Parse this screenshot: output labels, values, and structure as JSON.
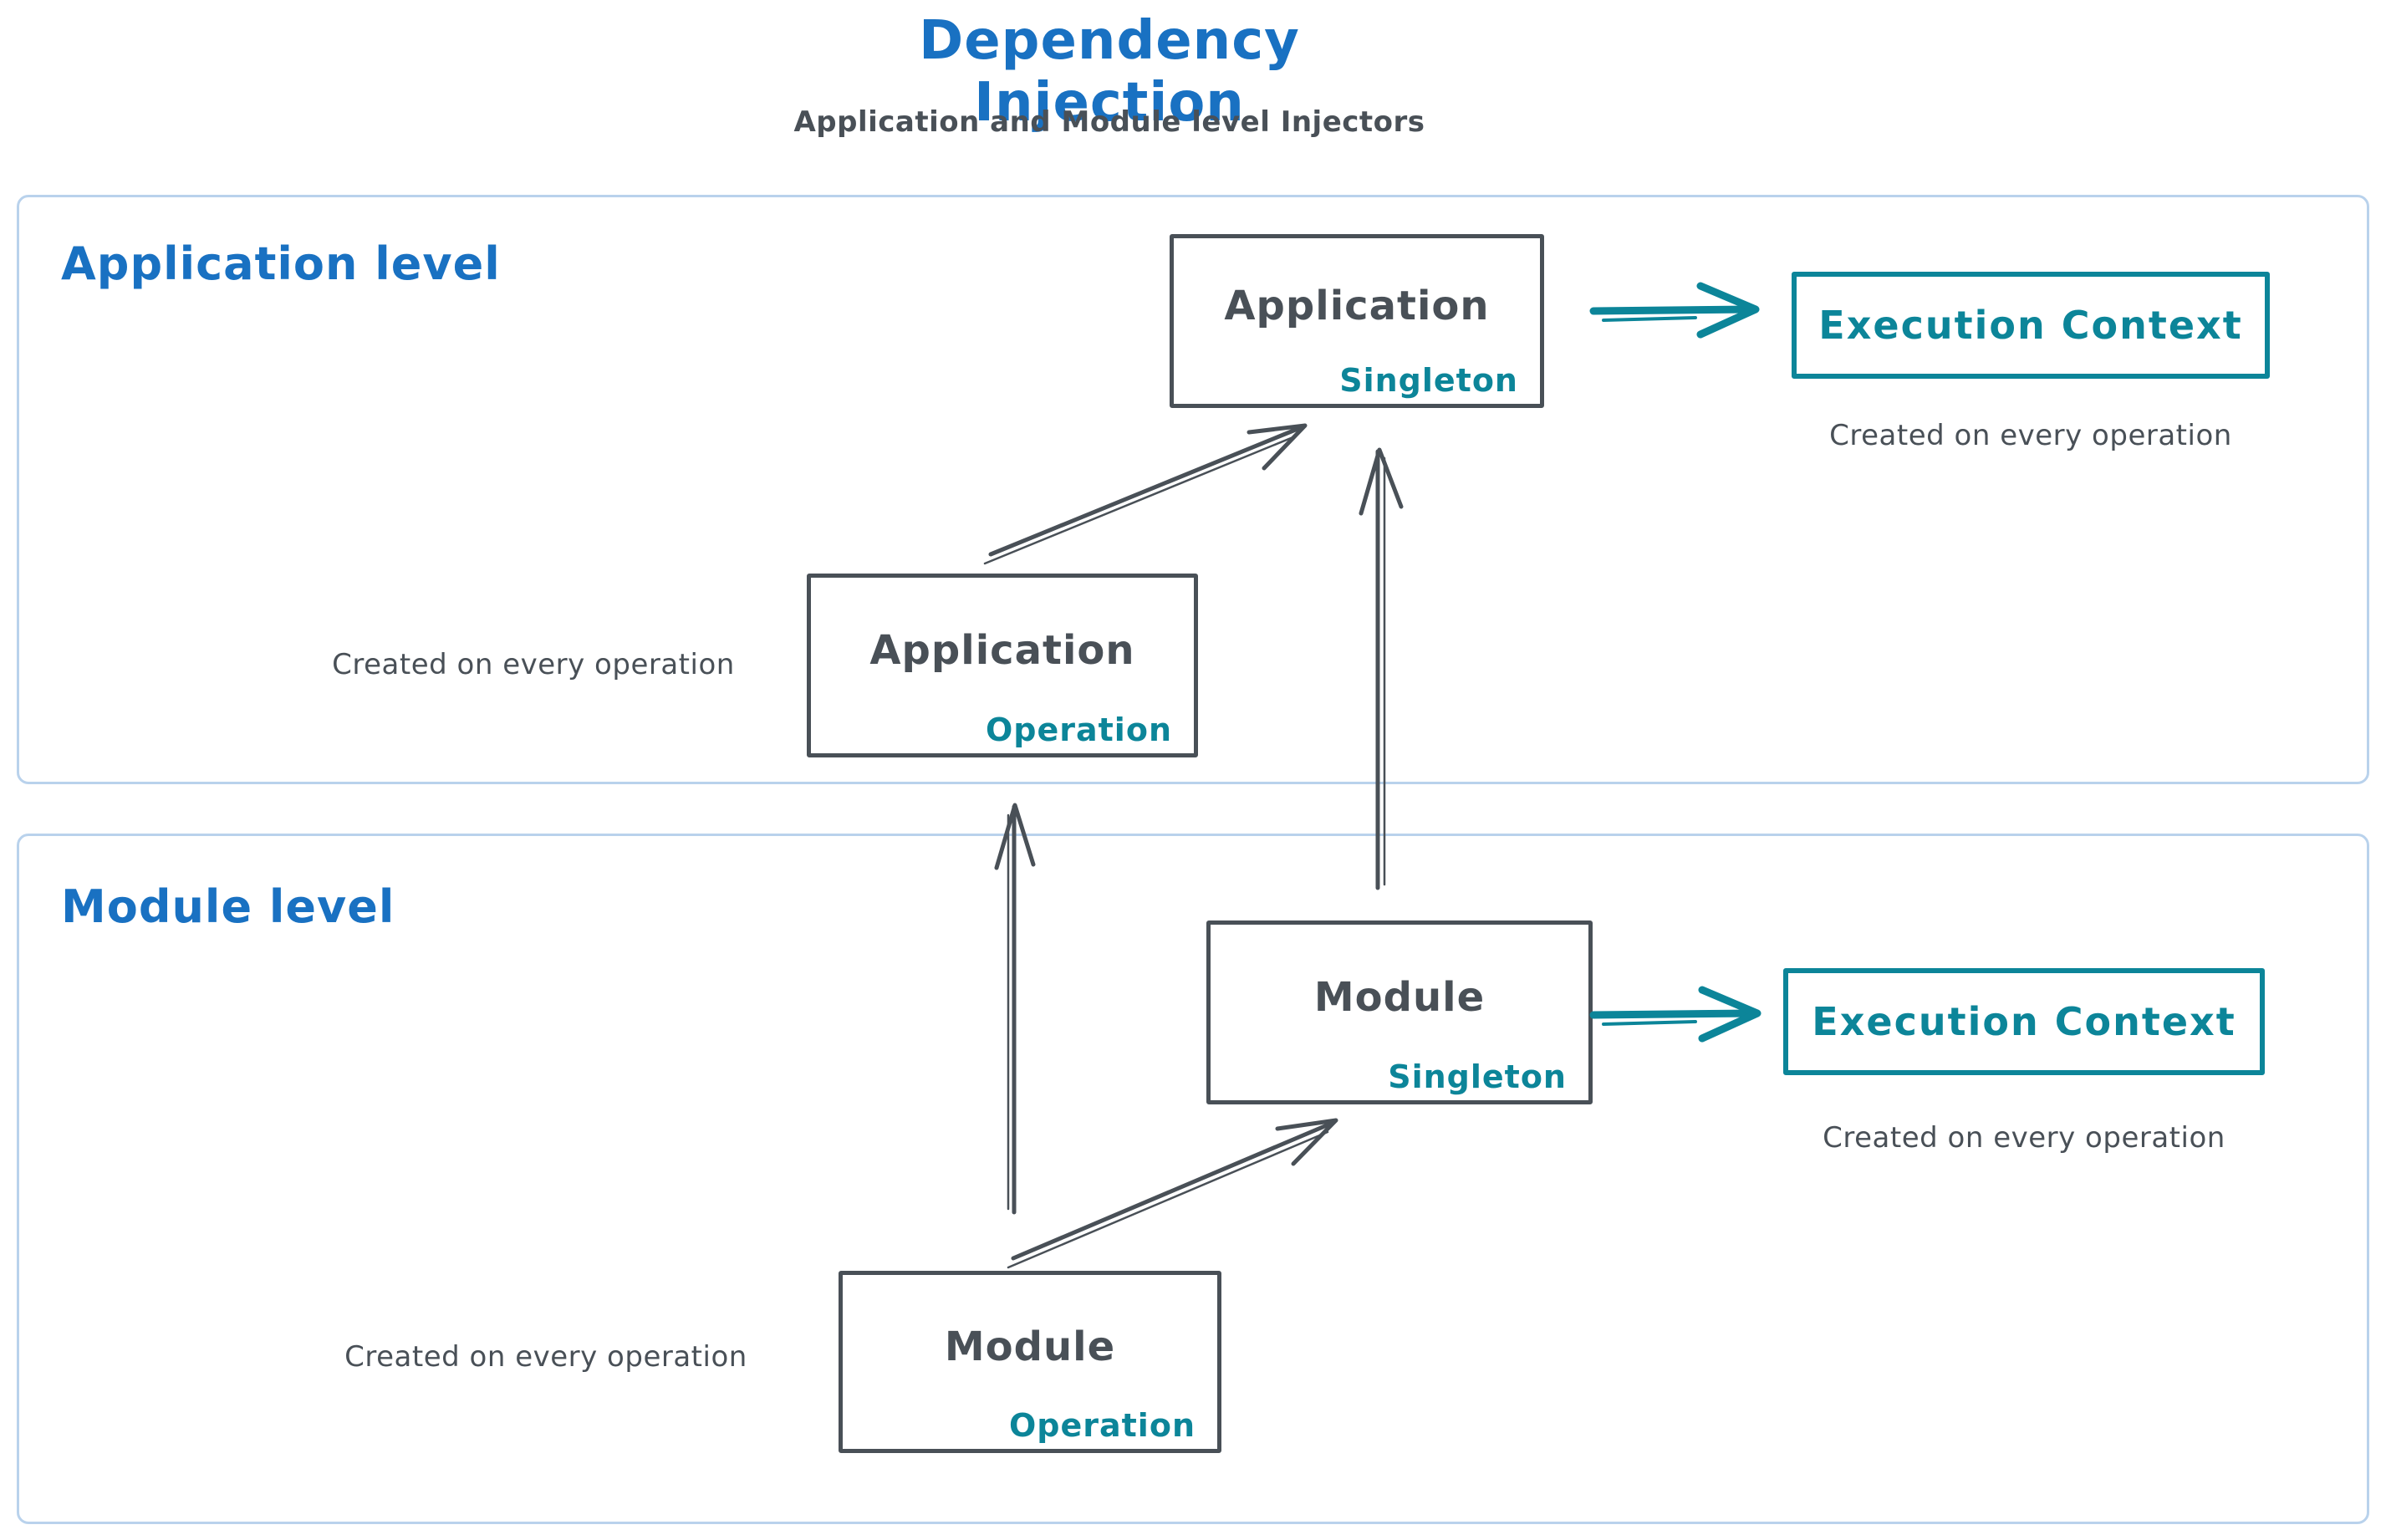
{
  "title": "Dependency Injection",
  "subtitle": "Application and Module level Injectors",
  "colors": {
    "blue": "#1971c2",
    "teal": "#0c8599",
    "dark": "#495057",
    "frame": "#b9d2ec"
  },
  "application_level": {
    "label": "Application level",
    "singleton_box": {
      "name": "Application",
      "scope": "Singleton"
    },
    "operation_box": {
      "name": "Application",
      "scope": "Operation"
    },
    "operation_caption": "Created on every operation",
    "execution_context": {
      "label": "Execution Context",
      "caption": "Created on every operation"
    }
  },
  "module_level": {
    "label": "Module level",
    "singleton_box": {
      "name": "Module",
      "scope": "Singleton"
    },
    "operation_box": {
      "name": "Module",
      "scope": "Operation"
    },
    "operation_caption": "Created on every operation",
    "execution_context": {
      "label": "Execution Context",
      "caption": "Created on every operation"
    }
  },
  "arrows": [
    {
      "from": "Application Operation",
      "to": "Application Singleton"
    },
    {
      "from": "Module Singleton",
      "to": "Application Singleton"
    },
    {
      "from": "Module Operation",
      "to": "Application Operation"
    },
    {
      "from": "Module Operation",
      "to": "Module Singleton"
    },
    {
      "from": "Application Singleton",
      "to": "Execution Context (application level)"
    },
    {
      "from": "Module Singleton",
      "to": "Execution Context (module level)"
    }
  ]
}
